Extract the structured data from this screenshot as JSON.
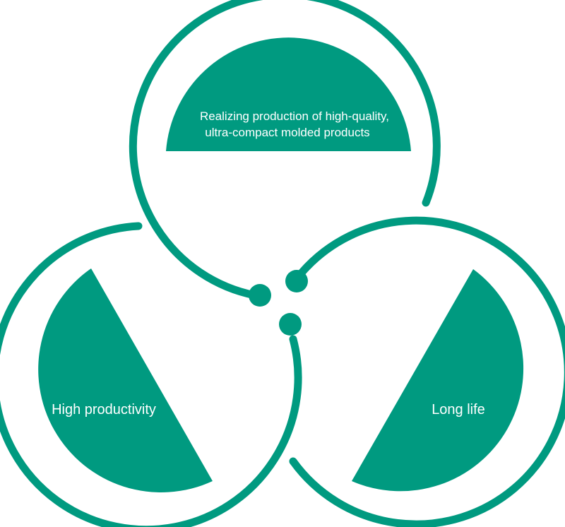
{
  "colors": {
    "accent": "#009a80",
    "background": "#ffffff",
    "label_text": "#ffffff"
  },
  "top": {
    "label_line1": "Realizing production of high-quality,",
    "label_line2": "ultra-compact molded products"
  },
  "left": {
    "label": "High productivity"
  },
  "right": {
    "label": "Long life"
  }
}
